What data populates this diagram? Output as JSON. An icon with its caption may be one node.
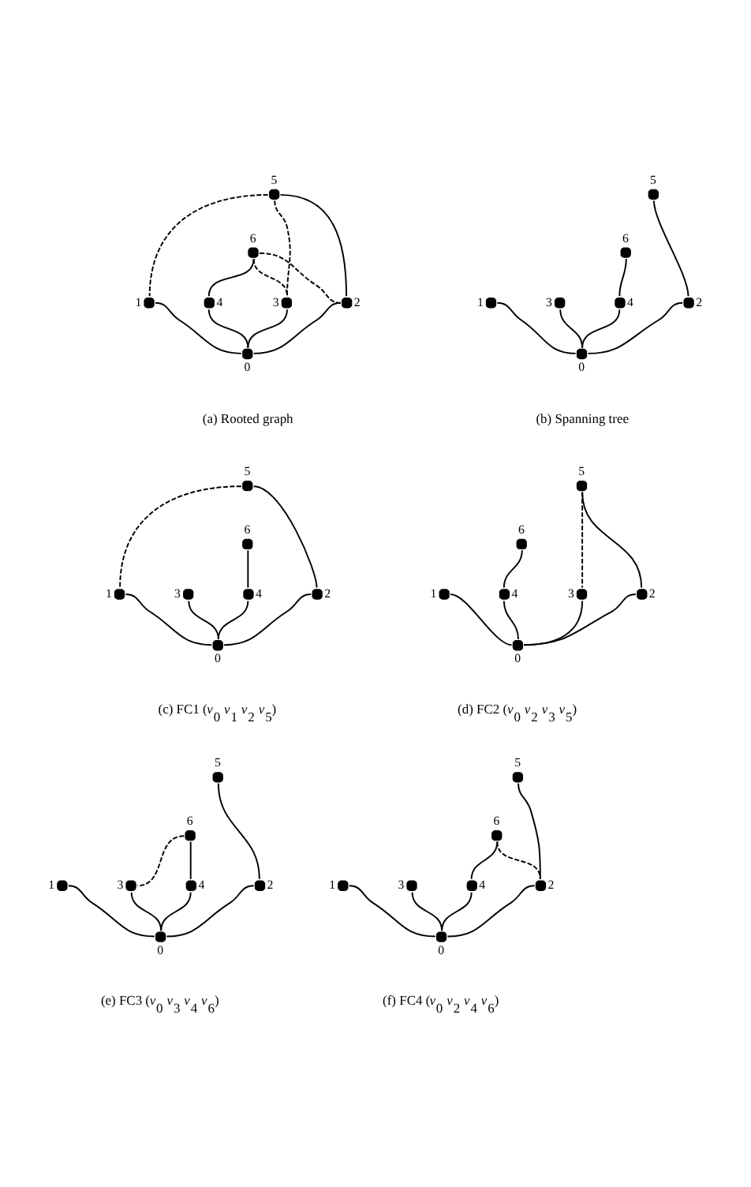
{
  "diagram": {
    "nodes": [
      {
        "text": [],
        "shape": "circle",
        "beside": [
          "5"
        ]
      },
      {
        "text": [],
        "shape": "circle",
        "beside": [
          "6"
        ]
      },
      {
        "text": [],
        "shape": "circle",
        "beside": [
          "1"
        ]
      },
      {
        "text": [],
        "shape": "circle",
        "beside": [
          "3"
        ]
      },
      {
        "text": [],
        "shape": "circle",
        "beside": [
          "4"
        ]
      },
      {
        "text": [],
        "shape": "circle",
        "beside": [
          "2"
        ]
      },
      {
        "text": [],
        "shape": "circle",
        "beside": [
          "0"
        ]
      },
      {
        "text": [],
        "shape": "circle",
        "beside": [
          "5"
        ]
      },
      {
        "text": [],
        "shape": "circle",
        "beside": [
          "6"
        ]
      },
      {
        "text": [],
        "shape": "circle",
        "beside": [
          "1"
        ]
      },
      {
        "text": [],
        "shape": "circle",
        "beside": [
          "3"
        ]
      },
      {
        "text": [],
        "shape": "circle",
        "beside": [
          "4"
        ]
      },
      {
        "text": [],
        "shape": "circle",
        "beside": [
          "2"
        ]
      },
      {
        "text": [],
        "shape": "circle",
        "beside": [
          "0"
        ]
      },
      {
        "text": [],
        "shape": "circle",
        "beside": [
          "5"
        ]
      },
      {
        "text": [],
        "shape": "circle",
        "beside": [
          "6"
        ]
      },
      {
        "text": [],
        "shape": "circle",
        "beside": [
          "1"
        ]
      },
      {
        "text": [],
        "shape": "circle",
        "beside": [
          "3"
        ]
      },
      {
        "text": [],
        "shape": "circle",
        "beside": [
          "4"
        ]
      },
      {
        "text": [],
        "shape": "circle",
        "beside": [
          "2"
        ]
      },
      {
        "text": [],
        "shape": "circle",
        "beside": [
          "0"
        ]
      },
      {
        "text": [],
        "shape": "circle",
        "beside": [
          "5"
        ]
      },
      {
        "text": [],
        "shape": "circle",
        "beside": [
          "6"
        ]
      },
      {
        "text": [],
        "shape": "circle",
        "beside": [
          "1"
        ]
      },
      {
        "text": [],
        "shape": "circle",
        "beside": [
          "3"
        ]
      },
      {
        "text": [],
        "shape": "circle",
        "beside": [
          "4"
        ]
      },
      {
        "text": [],
        "shape": "circle",
        "beside": [
          "2"
        ]
      },
      {
        "text": [],
        "shape": "circle",
        "beside": [
          "0"
        ]
      },
      {
        "text": [],
        "shape": "circle",
        "beside": [
          "5"
        ]
      },
      {
        "text": [],
        "shape": "circle",
        "beside": [
          "6"
        ]
      },
      {
        "text": [],
        "shape": "circle",
        "beside": [
          "1"
        ]
      },
      {
        "text": [],
        "shape": "circle",
        "beside": [
          "3"
        ]
      },
      {
        "text": [],
        "shape": "circle",
        "beside": [
          "4"
        ]
      },
      {
        "text": [],
        "shape": "circle",
        "beside": [
          "2"
        ]
      },
      {
        "text": [],
        "shape": "circle",
        "beside": [
          "0"
        ]
      },
      {
        "text": [],
        "shape": "circle",
        "beside": [
          "5"
        ]
      },
      {
        "text": [],
        "shape": "circle",
        "beside": [
          "6"
        ]
      },
      {
        "text": [],
        "shape": "circle",
        "beside": [
          "1"
        ]
      },
      {
        "text": [],
        "shape": "circle",
        "beside": [
          "3"
        ]
      },
      {
        "text": [],
        "shape": "circle",
        "beside": [
          "4"
        ]
      },
      {
        "text": [],
        "shape": "circle",
        "beside": [
          "2"
        ]
      },
      {
        "text": [],
        "shape": "circle",
        "beside": [
          "0"
        ]
      }
    ],
    "edges": [
      {
        "from": 2,
        "to": 6,
        "arrow": "none"
      },
      {
        "from": 3,
        "to": 6,
        "arrow": "none"
      },
      {
        "from": 4,
        "to": 6,
        "arrow": "none"
      },
      {
        "from": 5,
        "to": 6,
        "arrow": "none"
      },
      {
        "from": 1,
        "to": 4,
        "arrow": "none"
      },
      {
        "from": 0,
        "to": 5,
        "arrow": "none"
      },
      {
        "from": 0,
        "to": 2,
        "arrow": "none",
        "style": "dashed"
      },
      {
        "from": 0,
        "to": 3,
        "arrow": "none",
        "style": "dashed"
      },
      {
        "from": 1,
        "to": 3,
        "arrow": "none",
        "style": "dashed"
      },
      {
        "from": 1,
        "to": 5,
        "arrow": "none",
        "style": "dashed"
      },
      {
        "from": 9,
        "to": 13,
        "arrow": "none"
      },
      {
        "from": 10,
        "to": 13,
        "arrow": "none"
      },
      {
        "from": 11,
        "to": 13,
        "arrow": "none"
      },
      {
        "from": 12,
        "to": 13,
        "arrow": "none"
      },
      {
        "from": 8,
        "to": 11,
        "arrow": "none"
      },
      {
        "from": 7,
        "to": 12,
        "arrow": "none"
      },
      {
        "from": 16,
        "to": 20,
        "arrow": "none"
      },
      {
        "from": 17,
        "to": 20,
        "arrow": "none"
      },
      {
        "from": 18,
        "to": 20,
        "arrow": "none"
      },
      {
        "from": 19,
        "to": 20,
        "arrow": "none"
      },
      {
        "from": 15,
        "to": 18,
        "arrow": "none"
      },
      {
        "from": 14,
        "to": 19,
        "arrow": "none"
      },
      {
        "from": 14,
        "to": 16,
        "arrow": "none",
        "style": "dashed"
      },
      {
        "from": 23,
        "to": 27,
        "arrow": "none"
      },
      {
        "from": 24,
        "to": 27,
        "arrow": "none"
      },
      {
        "from": 25,
        "to": 27,
        "arrow": "none"
      },
      {
        "from": 26,
        "to": 27,
        "arrow": "none"
      },
      {
        "from": 22,
        "to": 25,
        "arrow": "none"
      },
      {
        "from": 21,
        "to": 26,
        "arrow": "none"
      },
      {
        "from": 21,
        "to": 24,
        "arrow": "none",
        "style": "dashed"
      },
      {
        "from": 30,
        "to": 34,
        "arrow": "none"
      },
      {
        "from": 31,
        "to": 34,
        "arrow": "none"
      },
      {
        "from": 32,
        "to": 34,
        "arrow": "none"
      },
      {
        "from": 33,
        "to": 34,
        "arrow": "none"
      },
      {
        "from": 29,
        "to": 32,
        "arrow": "none"
      },
      {
        "from": 28,
        "to": 33,
        "arrow": "none"
      },
      {
        "from": 29,
        "to": 31,
        "arrow": "none",
        "style": "dashed"
      },
      {
        "from": 37,
        "to": 41,
        "arrow": "none"
      },
      {
        "from": 38,
        "to": 41,
        "arrow": "none"
      },
      {
        "from": 39,
        "to": 41,
        "arrow": "none"
      },
      {
        "from": 40,
        "to": 41,
        "arrow": "none"
      },
      {
        "from": 36,
        "to": 39,
        "arrow": "none"
      },
      {
        "from": 35,
        "to": 40,
        "arrow": "none"
      },
      {
        "from": 36,
        "to": 40,
        "arrow": "none",
        "style": "dashed"
      }
    ],
    "labels": [
      "(a) Rooted graph",
      "(b) Spanning tree",
      "(c) FC1 (*v*$_{0}$ *v*$_{1}$ *v*$_{2}$ *v*$_{5}$)",
      "(d) FC2 (*v*$_{0}$ *v*$_{2}$ *v*$_{3}$ *v*$_{5}$)",
      "(e) FC3 (*v*$_{0}$ *v*$_{3}$ *v*$_{4}$ *v*$_{6}$)",
      "(f) FC4 (*v*$_{0}$ *v*$_{2}$ *v*$_{4}$ *v*$_{6}$)"
    ]
  }
}
